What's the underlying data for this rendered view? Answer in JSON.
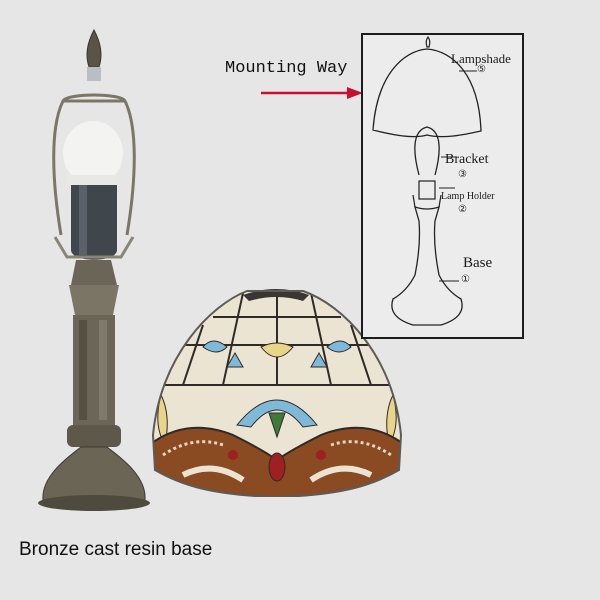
{
  "image": {
    "description": "Tiffany-style table lamp product image: bronze base with bulb, stained glass lampshade, and mounting diagram",
    "background_color": "#e6e6e6",
    "accent_color": "#c8102e"
  },
  "mounting": {
    "title": "Mounting Way",
    "arrow_color": "#c8102e"
  },
  "diagram": {
    "parts": [
      {
        "name": "Lampshade",
        "number": "⑤"
      },
      {
        "name": "Bracket",
        "number": "③"
      },
      {
        "name": "Lamp Holder",
        "number": "②"
      },
      {
        "name": "Base",
        "number": "①"
      }
    ]
  },
  "caption": {
    "text": "Bronze cast resin base"
  },
  "shade_colors": {
    "cream": "#ece4d2",
    "blue": "#7fb9da",
    "yellow": "#e9d58a",
    "brown": "#8a4a22",
    "green": "#3f7a3a",
    "red": "#9e2020",
    "lead": "#2e2a28"
  },
  "base_colors": {
    "bronze": "#6e6a5c",
    "bronze_dark": "#3f3b32",
    "bulb": "#f2f2f0",
    "socket": "#3c4248"
  }
}
